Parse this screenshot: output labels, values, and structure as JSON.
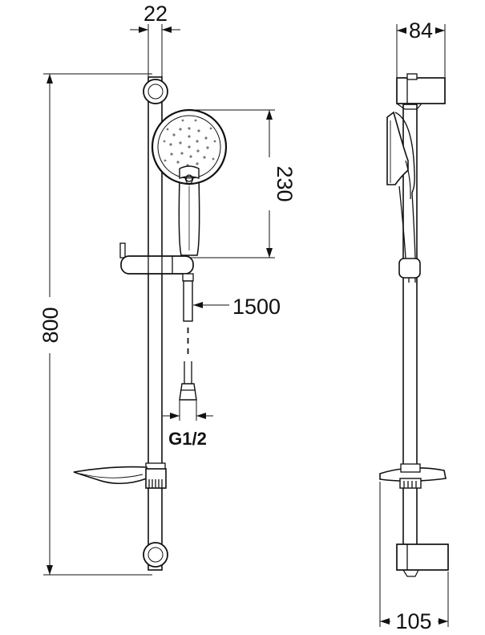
{
  "dimensions": {
    "bar_diameter": "22",
    "total_height": "800",
    "head_height": "230",
    "hose_length": "1500",
    "thread": "G1/2",
    "side_top_depth": "84",
    "side_bottom_depth": "105"
  },
  "colors": {
    "line": "#111111",
    "background": "#ffffff"
  }
}
